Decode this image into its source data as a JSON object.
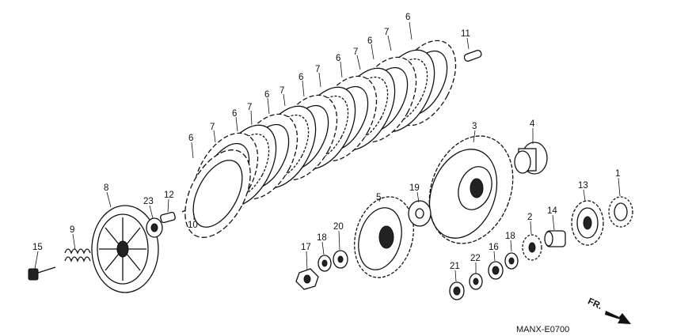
{
  "diagram": {
    "code": "MANX-E0700",
    "direction": "FR.",
    "callouts": [
      "1",
      "2",
      "3",
      "4",
      "5",
      "6",
      "7",
      "8",
      "9",
      "10",
      "11",
      "12",
      "13",
      "14",
      "15",
      "16",
      "17",
      "18",
      "19",
      "20",
      "21",
      "22",
      "23"
    ]
  }
}
